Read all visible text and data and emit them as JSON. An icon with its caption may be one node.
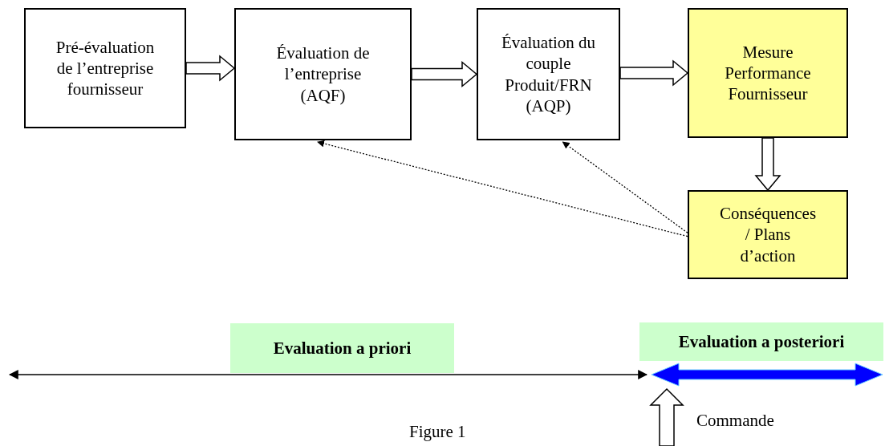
{
  "diagram": {
    "caption": "Figure 1",
    "nodes": [
      {
        "text": [
          "Pré-évaluation de l’entreprise fournisseur"
        ]
      },
      {
        "text": [
          "Évaluation de l’entreprise (AQF)"
        ]
      },
      {
        "text": [
          "Évaluation du couple Produit/FRN (AQP)"
        ]
      },
      {
        "text": [
          "Mesure Performance Fournisseur"
        ]
      },
      {
        "text": [
          "Conséquences / Plans d’action"
        ]
      },
      {
        "text": [
          "Evaluation a priori"
        ]
      },
      {
        "text": [
          "Evaluation a posteriori"
        ]
      }
    ],
    "edges": [
      {
        "from": 0,
        "to": 1,
        "arrow": "to"
      },
      {
        "from": 1,
        "to": 2,
        "arrow": "to"
      },
      {
        "from": 2,
        "to": 3,
        "arrow": "to"
      },
      {
        "from": 3,
        "to": 4,
        "arrow": "to"
      },
      {
        "from": 4,
        "to": 1,
        "arrow": "to",
        "style": "dashed"
      },
      {
        "from": 4,
        "to": 2,
        "arrow": "to",
        "style": "dashed"
      }
    ],
    "labels": [
      "Commande"
    ]
  }
}
